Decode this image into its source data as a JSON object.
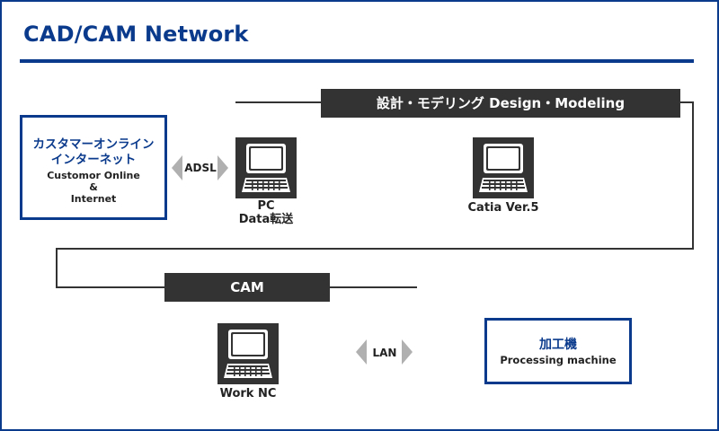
{
  "title": "CAD/CAM Network",
  "design_bar": "設計・モデリング Design・Modeling",
  "cam_bar": "CAM",
  "online_box": {
    "jp_line1": "カスタマーオンライン",
    "jp_line2": "インターネット",
    "en_line1": "Customor Online",
    "en_line2": "&",
    "en_line3": "Internet"
  },
  "adsl_label": "ADSL",
  "lan_label": "LAN",
  "pc1": {
    "line1": "PC",
    "line2": "Data転送",
    "icon": "computer-icon"
  },
  "pc2": {
    "line1": "Catia Ver.5",
    "icon": "computer-icon"
  },
  "pc3": {
    "line1": "Work NC",
    "icon": "computer-icon"
  },
  "machine_box": {
    "jp": "加工機",
    "en": "Processing machine"
  },
  "colors": {
    "accent": "#0a3a8c",
    "dark": "#333333",
    "arrow": "#b0b0b0"
  }
}
